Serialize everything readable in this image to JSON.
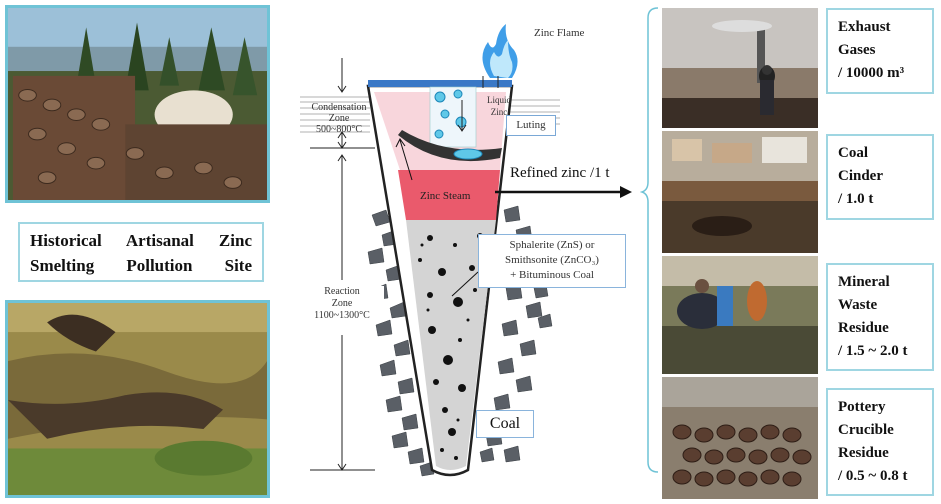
{
  "site_title": {
    "line1": "Historical Artisanal Zinc",
    "line2": "Smelting Pollution Site"
  },
  "diagram": {
    "zinc_flame": "Zinc Flame",
    "liquid_zinc": [
      "Liquid",
      "Zinc"
    ],
    "luting": "Luting",
    "condensation_zone": [
      "Condensation",
      "Zone",
      "500~800°C"
    ],
    "refined_zinc": "Refined zinc /1 t",
    "zinc_steam": "Zinc Steam",
    "charge": [
      "Sphalerite (ZnS) or",
      "Smithsonite (ZnCO₃)",
      "+ Bituminous Coal"
    ],
    "reaction_zone": [
      "Reaction",
      "Zone",
      "1100~1300°C"
    ],
    "coal": "Coal"
  },
  "outputs": [
    {
      "lines": [
        "Exhaust",
        "Gases",
        "/ 10000 m³"
      ]
    },
    {
      "lines": [
        "Coal",
        "Cinder",
        "/ 1.0 t"
      ]
    },
    {
      "lines": [
        "Mineral",
        "Waste",
        "Residue",
        "/ 1.5 ~ 2.0 t"
      ]
    },
    {
      "lines": [
        "Pottery",
        "Crucible",
        "Residue",
        "/ 0.5 ~ 0.8 t"
      ]
    }
  ]
}
